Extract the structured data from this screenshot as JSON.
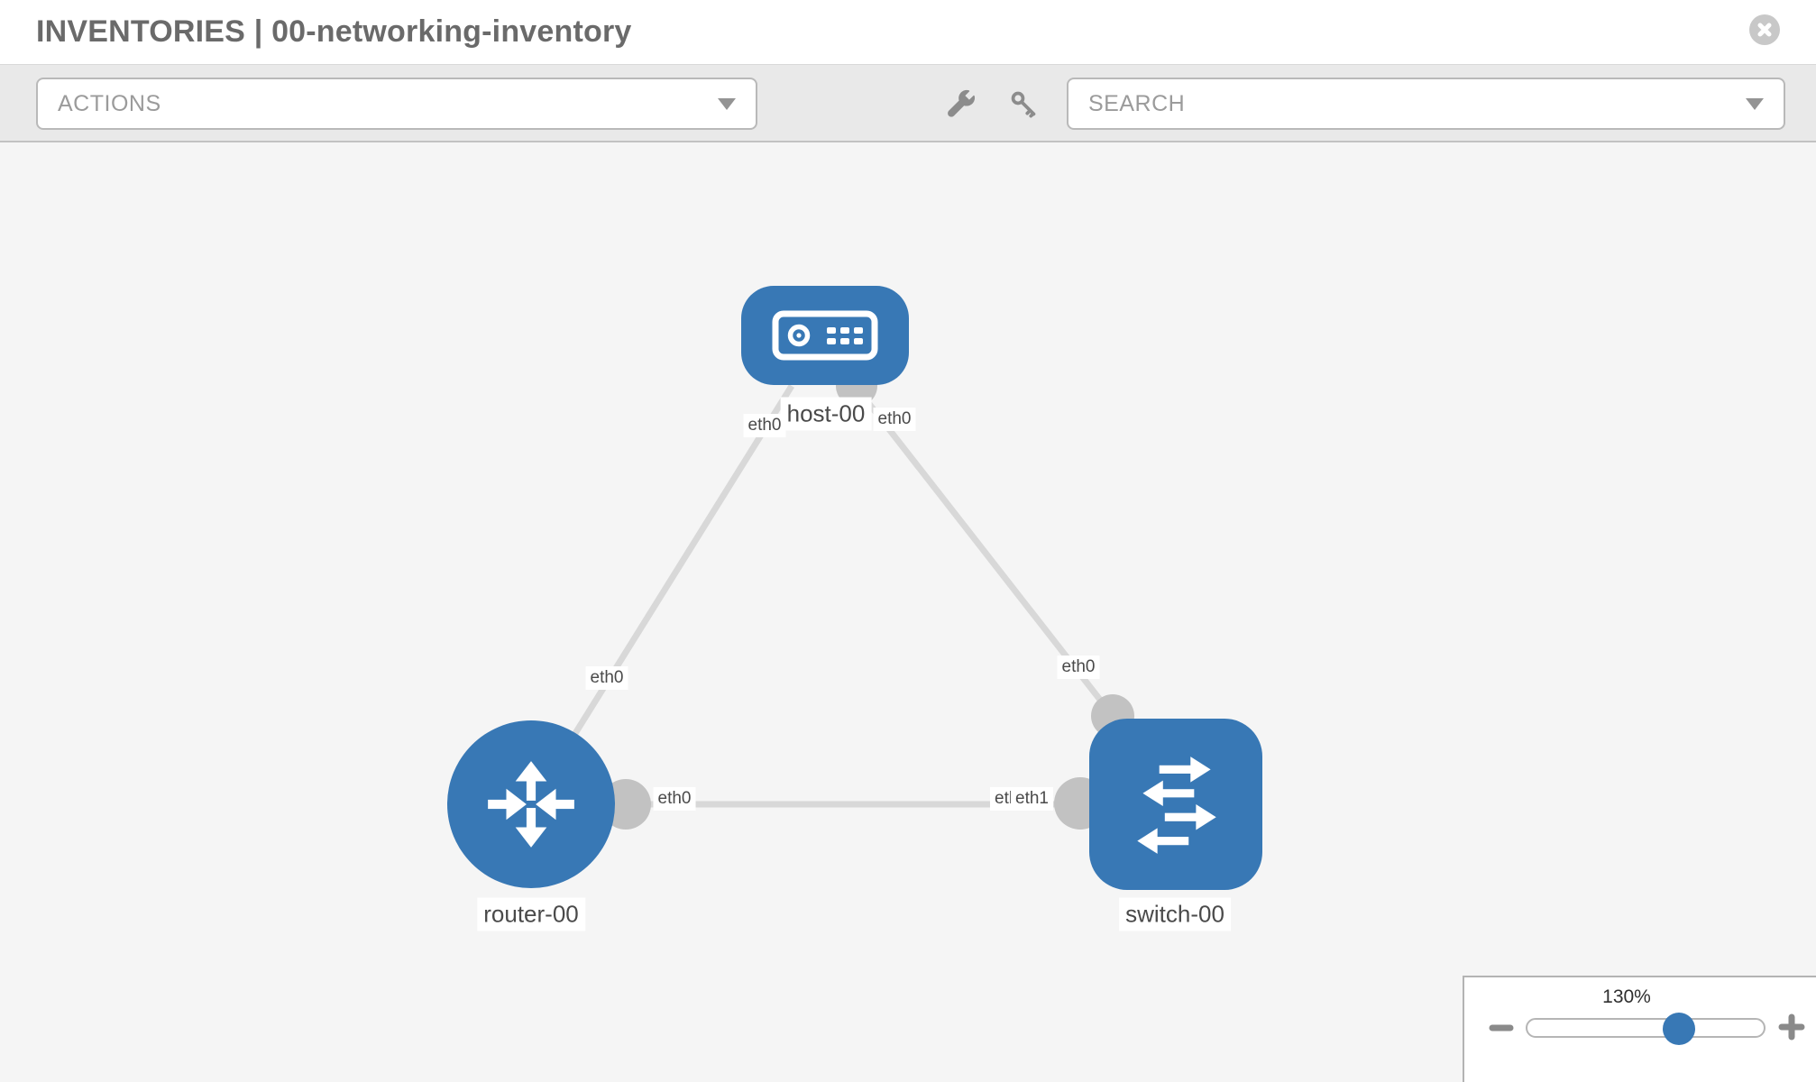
{
  "header": {
    "title": "INVENTORIES | 00-networking-inventory"
  },
  "toolbar": {
    "actions_label": "ACTIONS",
    "search_label": "SEARCH",
    "tool_icons": [
      "wrench-icon",
      "key-icon"
    ]
  },
  "topology": {
    "nodes": [
      {
        "id": "host-00",
        "type": "host",
        "label": "host-00"
      },
      {
        "id": "router-00",
        "type": "router",
        "label": "router-00"
      },
      {
        "id": "switch-00",
        "type": "switch",
        "label": "switch-00"
      }
    ],
    "links": [
      {
        "source": "host-00",
        "target": "router-00",
        "source_interface": "eth0",
        "target_interface": "eth0"
      },
      {
        "source": "host-00",
        "target": "switch-00",
        "source_interface": "eth0",
        "target_interface": "eth0"
      },
      {
        "source": "router-00",
        "target": "switch-00",
        "source_interface": "eth0",
        "target_interface": "eth1",
        "target_interface_overlapped": "eth0"
      }
    ]
  },
  "zoom_control": {
    "level": "130%",
    "slider_value_pct": 64,
    "minus_icon": "minus-icon",
    "plus_icon": "plus-icon"
  },
  "colors": {
    "node-blue": "#3878b5",
    "link-gray": "#d8d8d8",
    "dot-gray": "#c2c2c2",
    "canvas-bg": "#f5f5f5",
    "toolbar-bg": "#e9e9e9",
    "header-bg": "#ffffff",
    "title-text": "#6a6a6a",
    "muted-text": "#9b9b9b",
    "label-text": "#4a4a4a",
    "icon-gray": "#8c8c8c"
  }
}
